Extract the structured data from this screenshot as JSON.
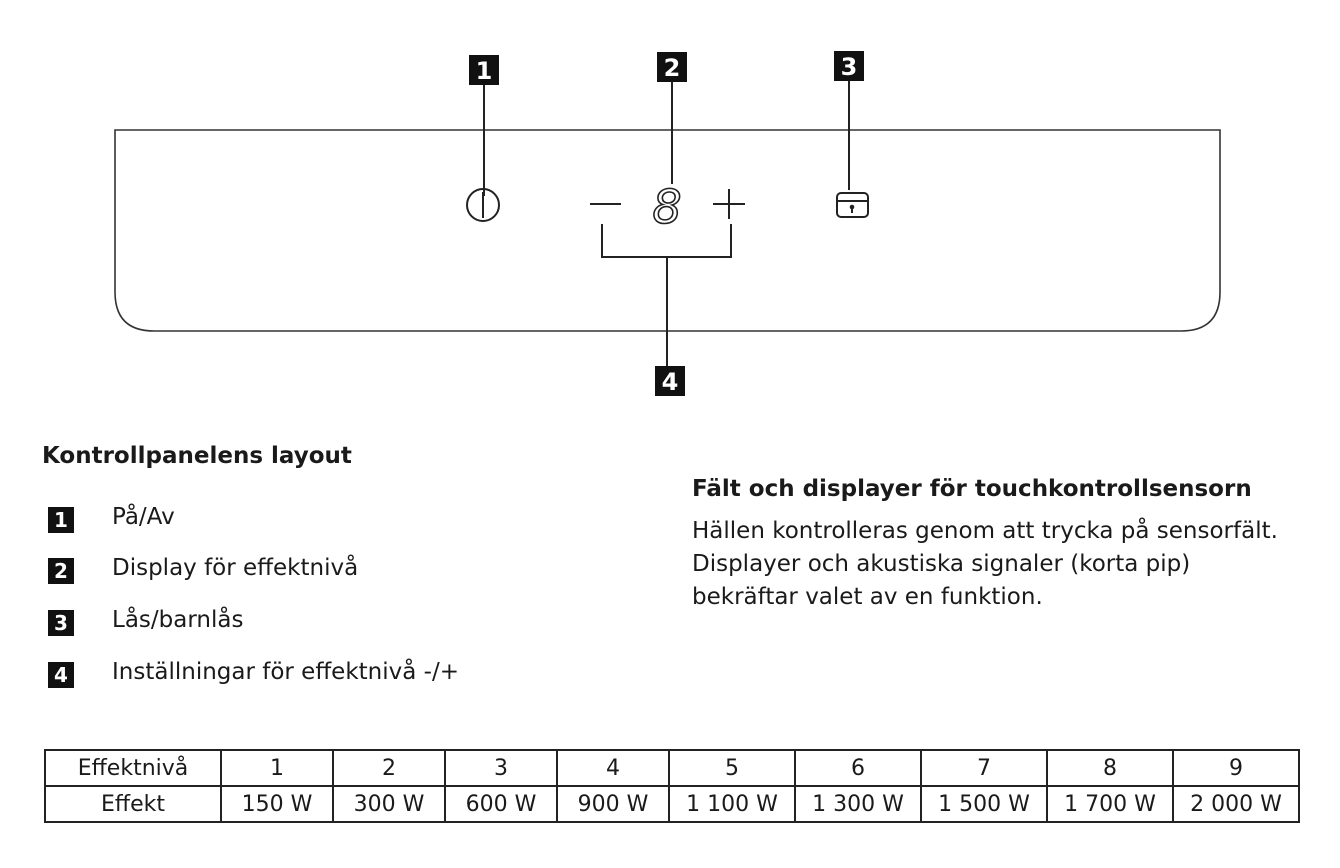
{
  "diagram": {
    "callouts": [
      "1",
      "2",
      "3",
      "4"
    ],
    "display_digit": "8",
    "minus_symbol": "minus-icon",
    "plus_symbol": "plus-icon",
    "power_symbol": "power-icon",
    "lock_symbol": "lock-icon"
  },
  "layout_section": {
    "heading": "Kontrollpanelens layout",
    "items": [
      {
        "badge": "1",
        "label": "På/Av"
      },
      {
        "badge": "2",
        "label": "Display för effektnivå"
      },
      {
        "badge": "3",
        "label": "Lås/barnlås"
      },
      {
        "badge": "4",
        "label": "Inställningar för effektnivå -/+"
      }
    ]
  },
  "sensor_section": {
    "heading": "Fält och displayer för touchkontrollsensorn",
    "text": "Hällen kontrolleras genom att trycka på sensorfält. Displayer och akustiska signaler (korta pip) bekräftar valet av en funktion."
  },
  "power_table": {
    "row_header_level": "Effektnivå",
    "row_header_power": "Effekt",
    "levels": [
      "1",
      "2",
      "3",
      "4",
      "5",
      "6",
      "7",
      "8",
      "9"
    ],
    "powers": [
      "150 W",
      "300 W",
      "600 W",
      "900 W",
      "1 100 W",
      "1 300 W",
      "1 500 W",
      "1 700 W",
      "2 000 W"
    ]
  }
}
